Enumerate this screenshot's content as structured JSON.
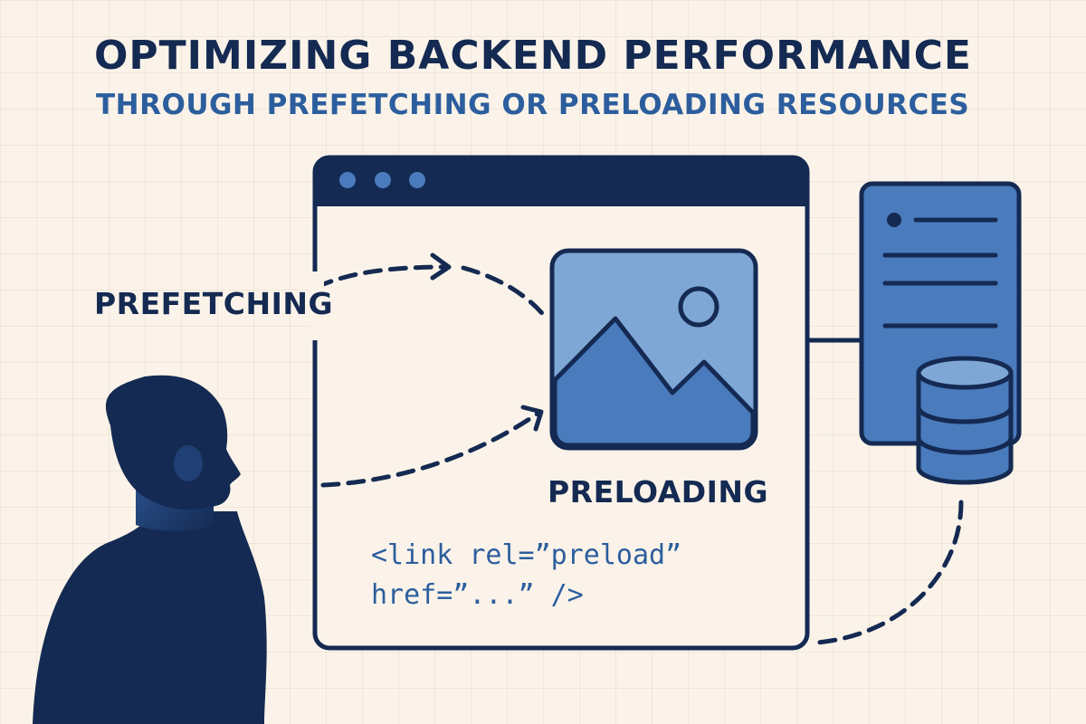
{
  "header": {
    "title": "OPTIMIZING BACKEND PERFORMANCE",
    "subtitle": "THROUGH PREFETCHING OR PRELOADING RESOURCES"
  },
  "labels": {
    "prefetching": "PREFETCHING",
    "preloading": "PRELOADING"
  },
  "code_snippet": {
    "line1": "<link rel=”preload”",
    "line2": "href=”...” />"
  },
  "colors": {
    "navy": "#142a52",
    "blue": "#2c5e9e",
    "panel_blue": "#4a7bbd",
    "light_blue": "#7ea7d6",
    "background": "#fbf3e9"
  },
  "icons": {
    "person": "person-silhouette-icon",
    "image": "image-icon",
    "server": "server-icon",
    "database": "database-icon"
  }
}
